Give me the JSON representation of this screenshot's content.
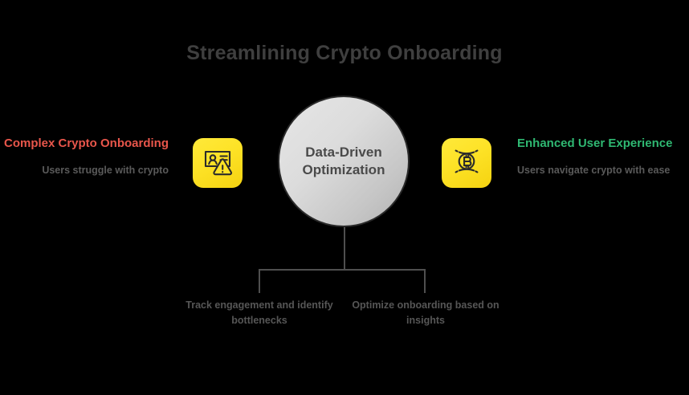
{
  "title": "Streamlining Crypto Onboarding",
  "center": {
    "label": "Data-Driven Optimization",
    "fill_from": "#e6e6e6",
    "fill_to": "#b2b2b2",
    "border_color": "#2a2a2a"
  },
  "left": {
    "heading": "Complex Crypto Onboarding",
    "subtext": "Users struggle with crypto",
    "heading_color": "#e8564b",
    "icon": "id-card-warning-icon",
    "icon_tile_color": "#fde226"
  },
  "right": {
    "heading": "Enhanced User Experience",
    "subtext": "Users navigate crypto with ease",
    "heading_color": "#2fb872",
    "icon": "bitcoin-scan-icon",
    "icon_tile_color": "#fde226"
  },
  "branches": [
    {
      "caption": "Track engagement and identify bottlenecks"
    },
    {
      "caption": "Optimize onboarding based on insights"
    }
  ],
  "colors": {
    "background": "#000000",
    "title": "#3f3f3f",
    "body_text": "#565656",
    "connector": "#4f4f4f"
  }
}
